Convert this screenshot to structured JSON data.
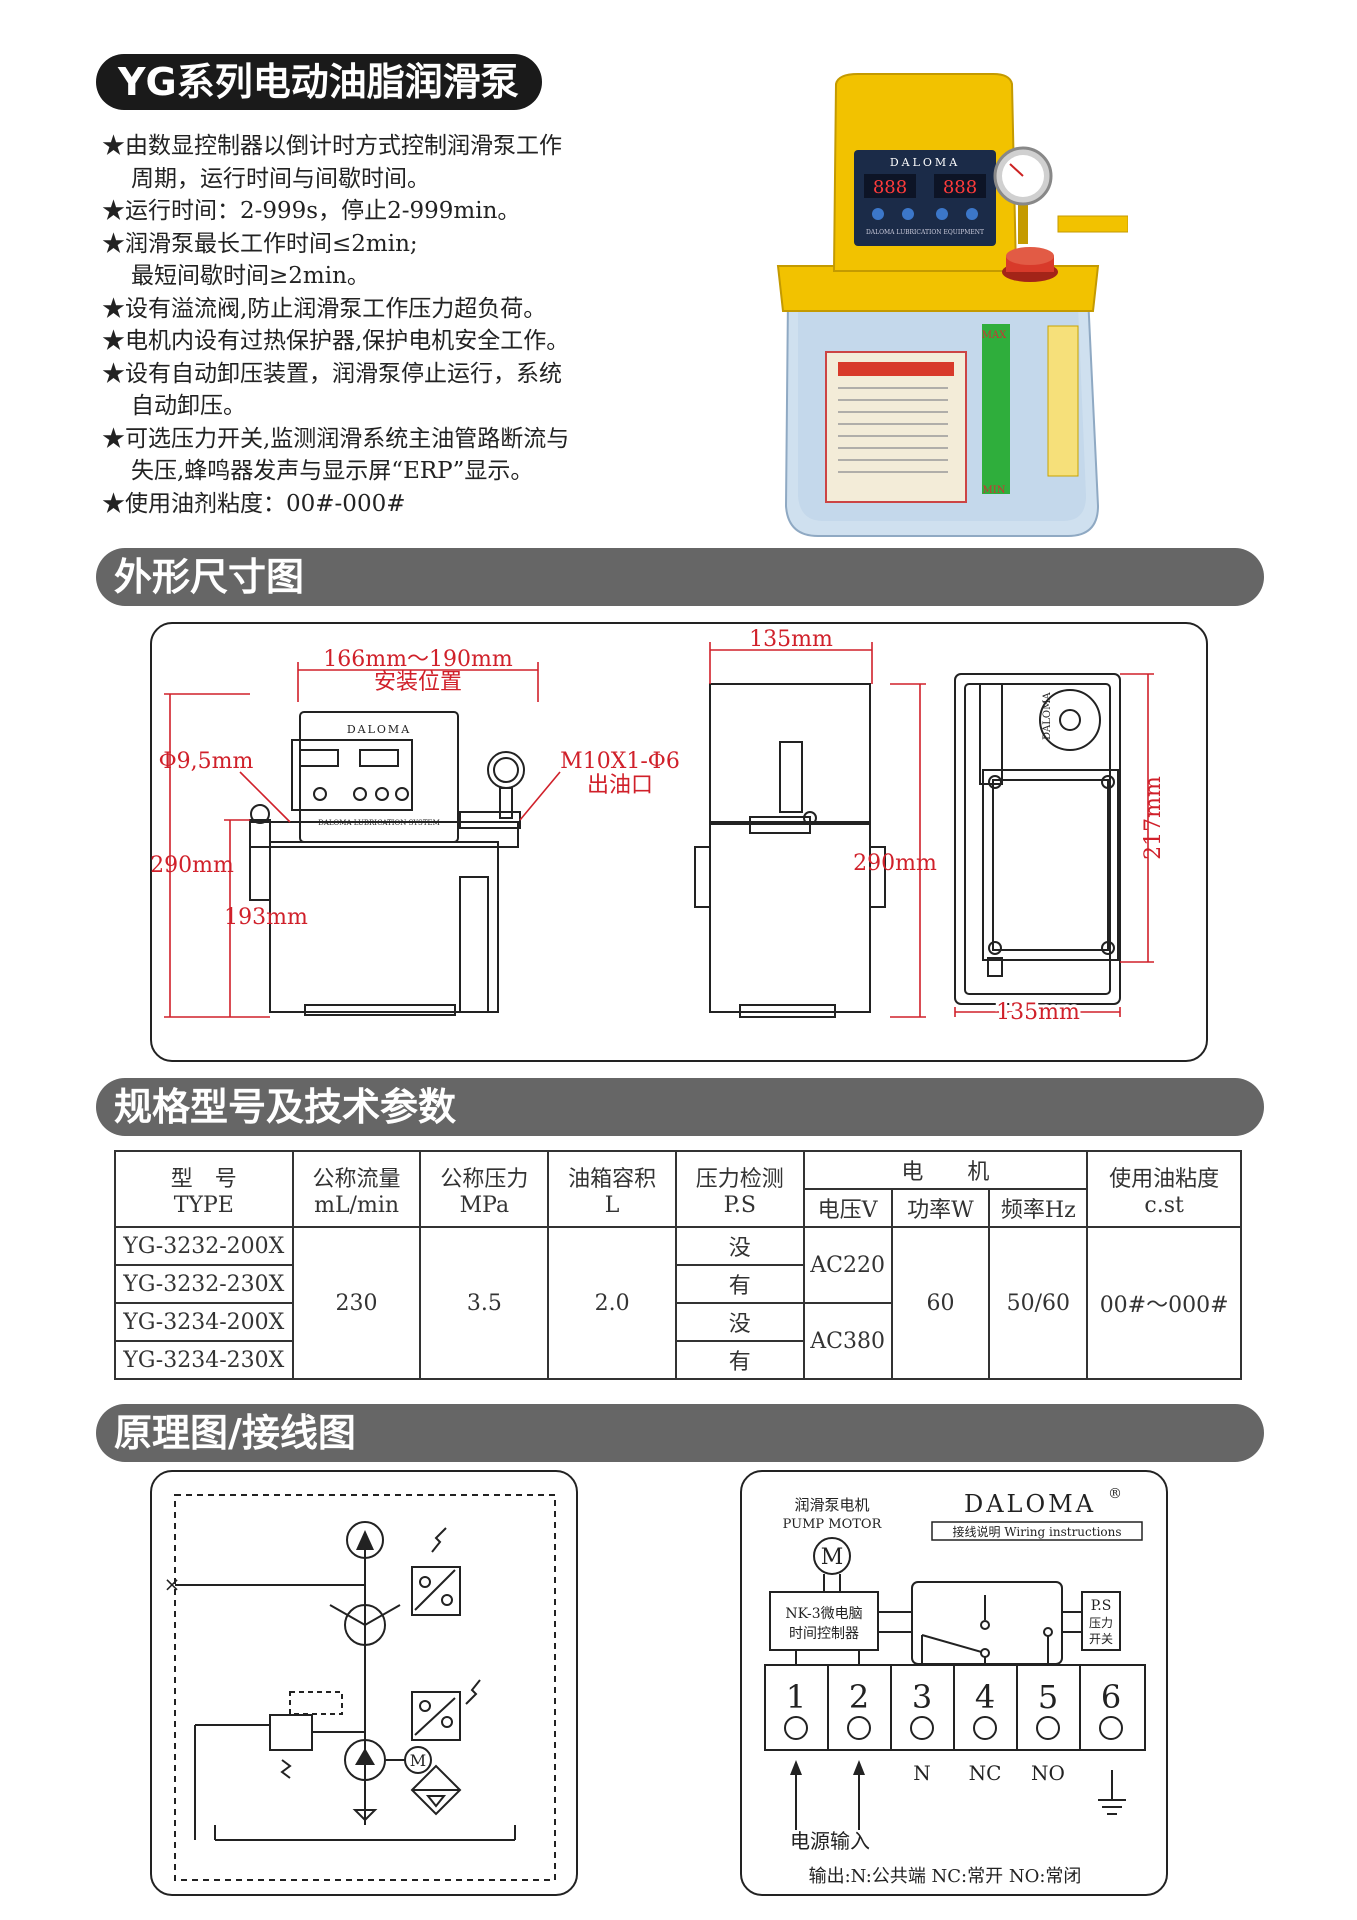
{
  "header": {
    "title": "YG系列电动油脂润滑泵"
  },
  "features": [
    {
      "text": "★由数显控制器以倒计时方式控制润滑泵工作",
      "indent": false
    },
    {
      "text": "周期，运行时间与间歇时间。",
      "indent": true
    },
    {
      "text": "★运行时间：2-999s，停止2-999min。",
      "indent": false
    },
    {
      "text": "★润滑泵最长工作时间≤2min;",
      "indent": false
    },
    {
      "text": "最短间歇时间≥2min。",
      "indent": true
    },
    {
      "text": "★设有溢流阀,防止润滑泵工作压力超负荷。",
      "indent": false
    },
    {
      "text": "★电机内设有过热保护器,保护电机安全工作。",
      "indent": false
    },
    {
      "text": "★设有自动卸压装置，润滑泵停止运行，系统",
      "indent": false
    },
    {
      "text": "自动卸压。",
      "indent": true
    },
    {
      "text": "★可选压力开关,监测润滑系统主油管路断流与",
      "indent": false
    },
    {
      "text": "失压,蜂鸣器发声与显示屏“ERP”显示。",
      "indent": true
    },
    {
      "text": "★使用油剂粘度：00#-000#",
      "indent": false
    }
  ],
  "product": {
    "brand": "DALOMA",
    "subtitle": "DALOMA LUBRICATION EQUIPMENT",
    "display_left": "888",
    "display_right": "888",
    "label_max": "MAX",
    "label_min": "MIN",
    "colors": {
      "body": "#f2c200",
      "tank": "#cfe0ef",
      "level": "#2fae3c",
      "cap": "#d83a2a"
    }
  },
  "sections": {
    "dimensions": "外形尺寸图",
    "specs": "规格型号及技术参数",
    "principle": "原理图/接线图"
  },
  "dimensions": {
    "front": {
      "width_range": "166mm～190mm",
      "install_pos": "安装位置",
      "hole": "Φ9,5mm",
      "outlet_thread": "M10X1-Φ6",
      "outlet_label": "出油口",
      "height_total": "290mm",
      "height_tank": "193mm",
      "panel_brand": "DALOMA",
      "panel_sub": "DALOMA LUBRICATION SYSTEM"
    },
    "side": {
      "width": "135mm",
      "height": "290mm"
    },
    "back": {
      "height": "217mm",
      "width": "135mm",
      "logo": "DALOMA"
    }
  },
  "specs": {
    "headers": {
      "model_cn": "型　号",
      "model_en": "TYPE",
      "flow_cn": "公称流量",
      "flow_en": "mL/min",
      "pressure_cn": "公称压力",
      "pressure_en": "MPa",
      "tank_cn": "油箱容积",
      "tank_en": "L",
      "ps_cn": "压力检测",
      "ps_en": "P.S",
      "motor": "电　　机",
      "voltage": "电压V",
      "power": "功率W",
      "freq": "频率Hz",
      "visc_cn": "使用油粘度",
      "visc_en": "c.st"
    },
    "rows": [
      {
        "model": "YG-3232-200X",
        "ps": "没"
      },
      {
        "model": "YG-3232-230X",
        "ps": "有"
      },
      {
        "model": "YG-3234-200X",
        "ps": "没"
      },
      {
        "model": "YG-3234-230X",
        "ps": "有"
      }
    ],
    "flow": "230",
    "pressure": "3.5",
    "tank": "2.0",
    "voltage_a": "AC220",
    "voltage_b": "AC380",
    "power": "60",
    "freq": "50/60",
    "viscosity": "00#～000#"
  },
  "schematic": {
    "motor_symbol": "M"
  },
  "wiring": {
    "brand": "DALOMA",
    "registered": "®",
    "motor_cn": "润滑泵电机",
    "motor_en": "PUMP MOTOR",
    "motor_symbol": "M",
    "instr": "接线说明 Wiring instructions",
    "controller_line1": "NK-3微电脑",
    "controller_line2": "时间控制器",
    "ps_line1": "P.S",
    "ps_line2": "压力",
    "ps_line3": "开关",
    "terminals": [
      "1",
      "2",
      "3",
      "4",
      "5",
      "6"
    ],
    "terminal_labels": [
      "",
      "",
      "N",
      "NC",
      "NO",
      ""
    ],
    "power_input": "电源输入",
    "footer": "输出:N:公共端 NC:常开 NO:常闭"
  }
}
